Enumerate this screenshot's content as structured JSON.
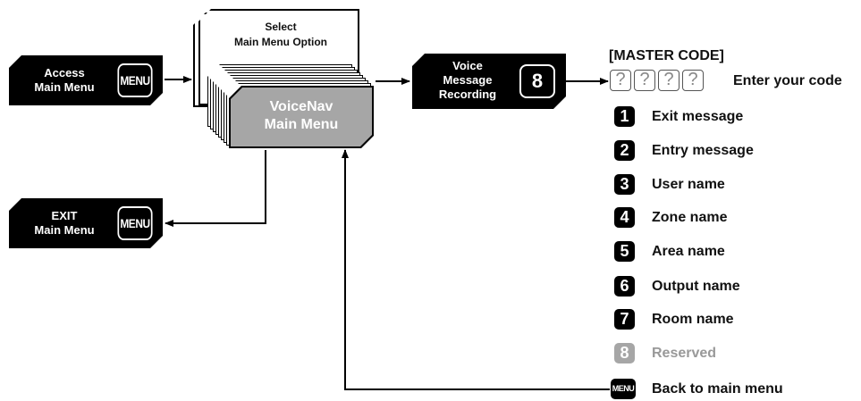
{
  "access": {
    "label_line1": "Access",
    "label_line2": "Main Menu",
    "key": "MENU"
  },
  "exit": {
    "label_line1": "EXIT",
    "label_line2": "Main Menu",
    "key": "MENU"
  },
  "select": {
    "line1": "Select",
    "line2": "Main Menu Option"
  },
  "voicenav": {
    "line1": "VoiceNav",
    "line2": "Main Menu"
  },
  "voice": {
    "line1": "Voice",
    "line2": "Message",
    "line3": "Recording",
    "key": "8"
  },
  "master": {
    "title": "[MASTER CODE]",
    "code_char": "?",
    "enter_text": "Enter your code"
  },
  "options": [
    {
      "num": "1",
      "label": "Exit message",
      "enabled": true
    },
    {
      "num": "2",
      "label": "Entry message",
      "enabled": true
    },
    {
      "num": "3",
      "label": "User name",
      "enabled": true
    },
    {
      "num": "4",
      "label": "Zone name",
      "enabled": true
    },
    {
      "num": "5",
      "label": "Area name",
      "enabled": true
    },
    {
      "num": "6",
      "label": "Output name",
      "enabled": true
    },
    {
      "num": "7",
      "label": "Room name",
      "enabled": true
    },
    {
      "num": "8",
      "label": "Reserved",
      "enabled": false
    }
  ],
  "back": {
    "key": "MENU",
    "label": "Back to main menu"
  },
  "colors": {
    "black": "#000000",
    "gray": "#a6a6a6",
    "disabled_text": "#999999"
  }
}
